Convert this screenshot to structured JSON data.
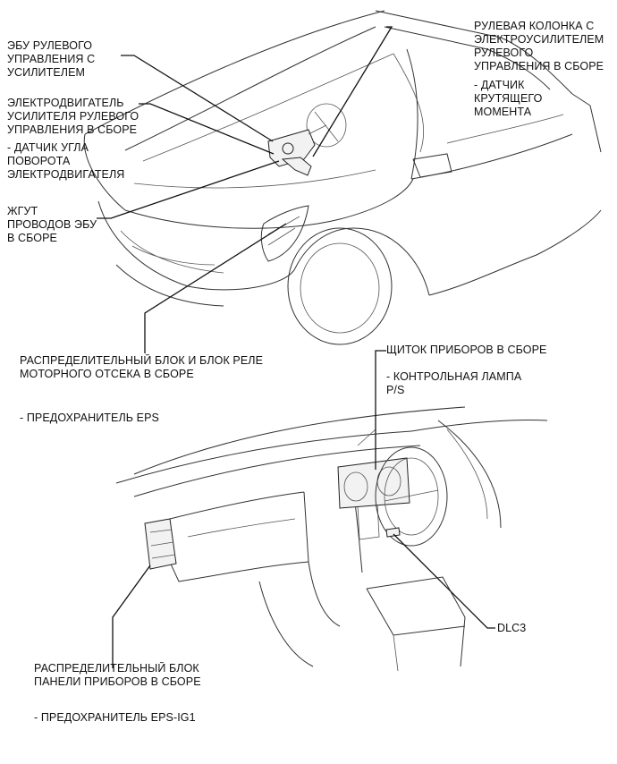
{
  "labels": {
    "ecu_eps": "ЭБУ РУЛЕВОГО\nУПРАВЛЕНИЯ С\nУСИЛИТЕЛЕМ",
    "motor": "ЭЛЕКТРОДВИГАТЕЛЬ\nУСИЛИТЕЛЯ РУЛЕВОГО\nУПРАВЛЕНИЯ В СБОРЕ",
    "motor_sensor": "- ДАТЧИК УГЛА\nПОВОРОТА\nЭЛЕКТРОДВИГАТЕЛЯ",
    "wire_harness": "ЖГУТ\nПРОВОДОВ ЭБУ\nВ СБОРЕ",
    "steering_column": "РУЛЕВАЯ КОЛОНКА С\nЭЛЕКТРОУСИЛИТЕЛЕМ\nРУЛЕВОГО\nУПРАВЛЕНИЯ В СБОРЕ",
    "torque_sensor": "- ДАТЧИК\nКРУТЯЩЕГО\nМОМЕНТА",
    "engine_relay_block": "РАСПРЕДЕЛИТЕЛЬНЫЙ БЛОК И БЛОК РЕЛЕ\nМОТОРНОГО ОТСЕКА В СБОРЕ",
    "eps_fuse": "- ПРЕДОХРАНИТЕЛЬ EPS",
    "combination_meter": "ЩИТОК ПРИБОРОВ В СБОРЕ",
    "ps_lamp": "- КОНТРОЛЬНАЯ ЛАМПА\nP/S",
    "dlc3": "DLC3",
    "instrument_panel_block": "РАСПРЕДЕЛИТЕЛЬНЫЙ БЛОК\nПАНЕЛИ ПРИБОРОВ В СБОРЕ",
    "eps_ig1_fuse": "- ПРЕДОХРАНИТЕЛЬ EPS-IG1"
  }
}
